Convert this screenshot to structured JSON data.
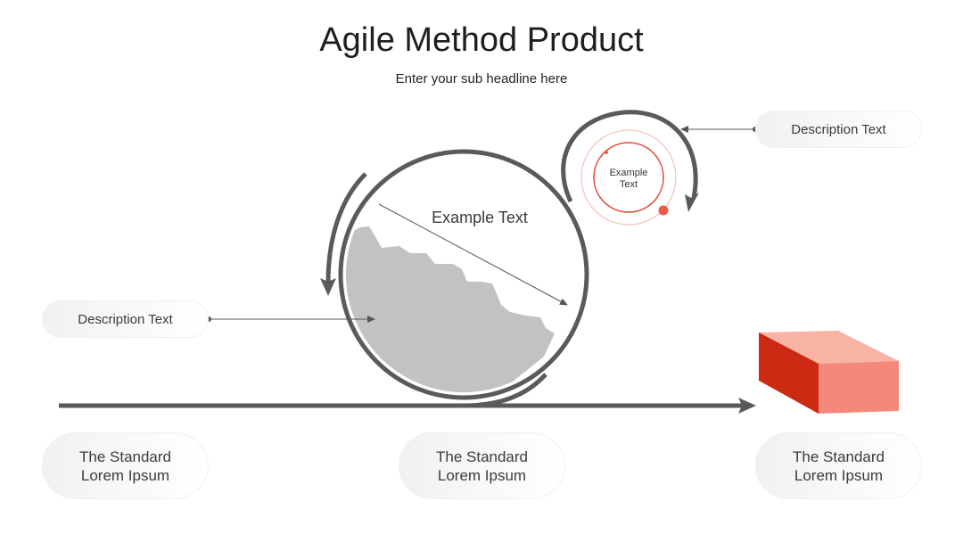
{
  "header": {
    "title": "Agile Method Product",
    "subtitle": "Enter your sub headline here"
  },
  "diagram": {
    "big_circle_label": "Example Text",
    "small_circle_label_line1": "Example",
    "small_circle_label_line2": "Text",
    "description_right": "Description Text",
    "description_left": "Description Text"
  },
  "bottom_labels": [
    {
      "line1": "The Standard",
      "line2": "Lorem Ipsum"
    },
    {
      "line1": "The Standard",
      "line2": "Lorem Ipsum"
    },
    {
      "line1": "The Standard",
      "line2": "Lorem Ipsum"
    }
  ],
  "colors": {
    "stroke": "#5a5a5a",
    "rock": "#c2c2c2",
    "accent": "#e04a34",
    "brick_front": "#cc2a12",
    "brick_top": "#f8b3a4",
    "brick_side": "#f4887a"
  }
}
